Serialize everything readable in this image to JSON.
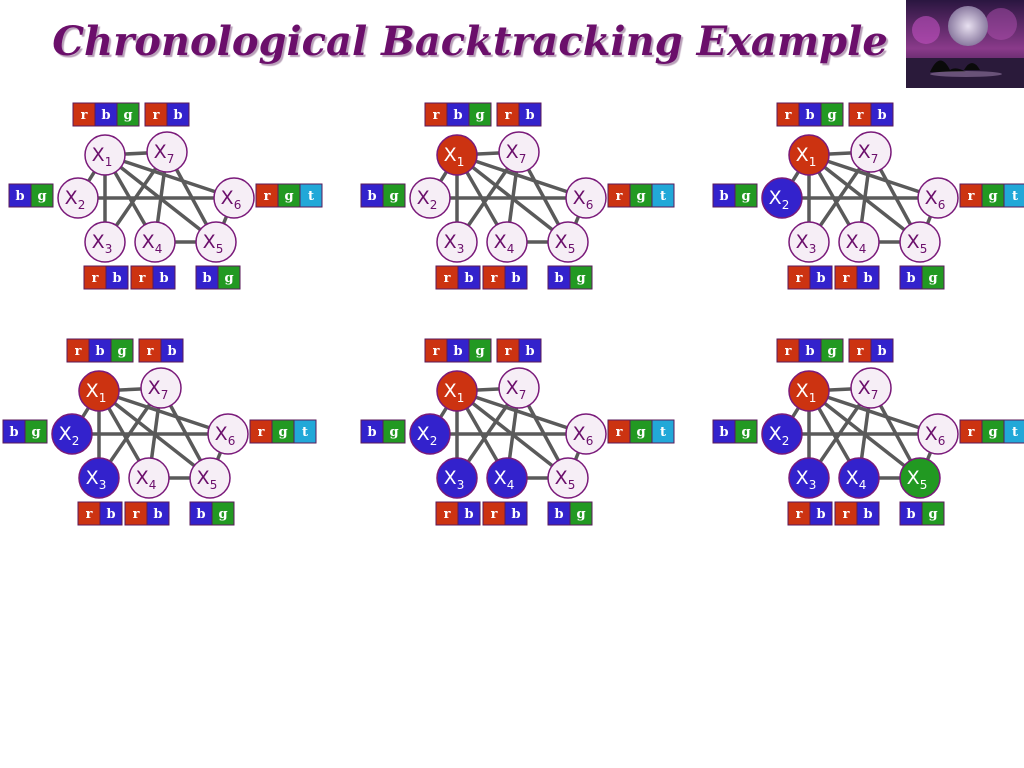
{
  "title": "Chronological Backtracking Example",
  "colors": {
    "title": "#6b0f6b",
    "edge": "#5a5a5a",
    "node_border": "#7a1a7a",
    "node_fill_empty": "#f6eef6",
    "node_text": "#6b0f6b",
    "chip_border": "#5a1a5a"
  },
  "value_colors": {
    "r": "#cc3311",
    "b": "#3322cc",
    "g": "#229922",
    "t": "#22a8d8"
  },
  "node_base": "X",
  "nodes": [
    {
      "id": "X1",
      "sub": "1"
    },
    {
      "id": "X2",
      "sub": "2"
    },
    {
      "id": "X3",
      "sub": "3"
    },
    {
      "id": "X4",
      "sub": "4"
    },
    {
      "id": "X5",
      "sub": "5"
    },
    {
      "id": "X6",
      "sub": "6"
    },
    {
      "id": "X7",
      "sub": "7"
    }
  ],
  "edges": [
    [
      "X1",
      "X7"
    ],
    [
      "X1",
      "X2"
    ],
    [
      "X1",
      "X3"
    ],
    [
      "X1",
      "X4"
    ],
    [
      "X1",
      "X6"
    ],
    [
      "X2",
      "X6"
    ],
    [
      "X3",
      "X7"
    ],
    [
      "X4",
      "X7"
    ],
    [
      "X5",
      "X7"
    ],
    [
      "X4",
      "X5"
    ],
    [
      "X5",
      "X6"
    ],
    [
      "X1",
      "X5"
    ]
  ],
  "domains": {
    "X1": [
      "r",
      "b",
      "g"
    ],
    "X7": [
      "r",
      "b"
    ],
    "X2": [
      "b",
      "g"
    ],
    "X6": [
      "r",
      "g",
      "t"
    ],
    "X3": [
      "r",
      "b"
    ],
    "X4": [
      "r",
      "b"
    ],
    "X5": [
      "b",
      "g"
    ]
  },
  "steps": [
    {
      "assignments": {}
    },
    {
      "assignments": {
        "X1": "r"
      }
    },
    {
      "assignments": {
        "X1": "r",
        "X2": "b"
      }
    },
    {
      "assignments": {
        "X1": "r",
        "X2": "b",
        "X3": "b"
      }
    },
    {
      "assignments": {
        "X1": "r",
        "X2": "b",
        "X3": "b",
        "X4": "b"
      }
    },
    {
      "assignments": {
        "X1": "r",
        "X2": "b",
        "X3": "b",
        "X4": "b",
        "X5": "g"
      }
    }
  ],
  "corner_image": {
    "icon": "orca-moon-image",
    "colors": [
      "#1a0f2e",
      "#7a2a7a",
      "#c070c0",
      "#111111"
    ]
  }
}
